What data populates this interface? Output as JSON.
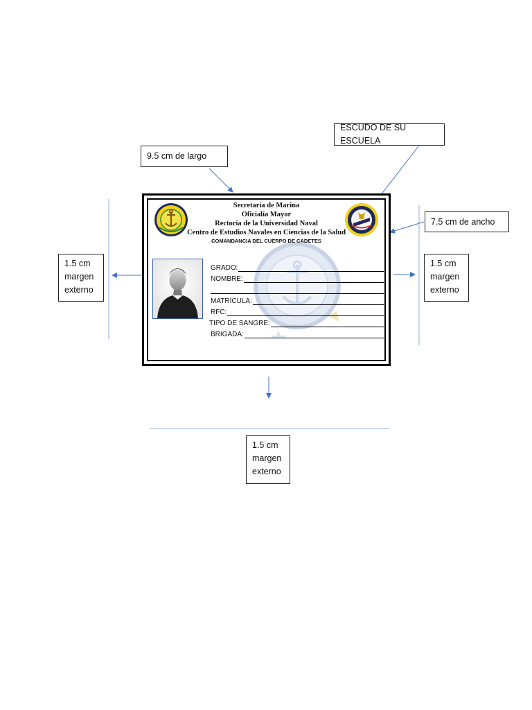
{
  "callouts": {
    "length": "9.5 cm de largo",
    "school_crest": "ESCUDO DE SU ESCUELA",
    "width": "7.5 cm de ancho",
    "margin_left": [
      "1.5 cm",
      "margen",
      "externo"
    ],
    "margin_right": [
      "1.5 cm",
      "margen",
      "externo"
    ],
    "margin_bottom": [
      "1.5 cm",
      "margen",
      "externo"
    ]
  },
  "card": {
    "header_lines": [
      "Secretaría de Marina",
      "Oficialía Mayor",
      "Rectoría de la Universidad Naval",
      "Centro de Estudios Navales en Ciencias de la Salud",
      "COMANDANCIA DEL CUERPO DE CADETES"
    ],
    "fields": [
      {
        "label": "GRADO:"
      },
      {
        "label": "NOMBRE:"
      },
      {
        "label": ""
      },
      {
        "label": "MATRÍCULA:"
      },
      {
        "label": "RFC:"
      },
      {
        "label": "TIPO DE SANGRE:"
      },
      {
        "label": "BRIGADA:"
      }
    ],
    "photo_icon": "person-silhouette-icon",
    "seal_icons": [
      "naval-school-seal-icon",
      "naval-school-crest-icon"
    ]
  },
  "colors": {
    "arrow_blue": "#4472c4",
    "guide_line_blue": "#9bb4dc",
    "seal_yellow": "#f1d21a",
    "seal_navy": "#1f2a5a",
    "watermark_blue": "#c9d3e6"
  }
}
